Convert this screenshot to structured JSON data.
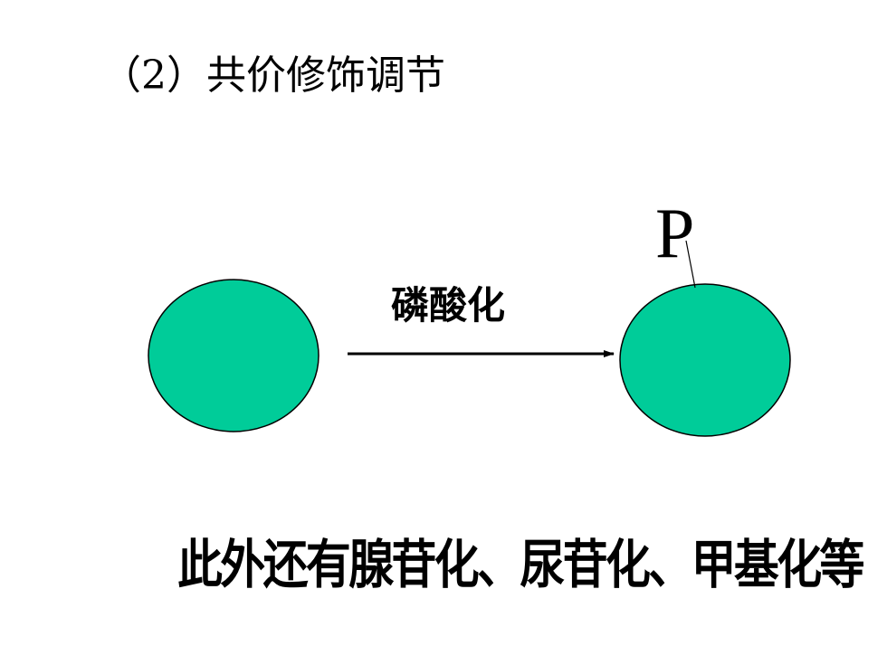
{
  "title": "（2）共价修饰调节",
  "diagram": {
    "reaction_label": "磷酸化",
    "phosphate_label": "P",
    "colors": {
      "protein_fill": "#00CC99",
      "outline": "#000000"
    }
  },
  "footer_note": "此外还有腺苷化、尿苷化、甲基化等"
}
